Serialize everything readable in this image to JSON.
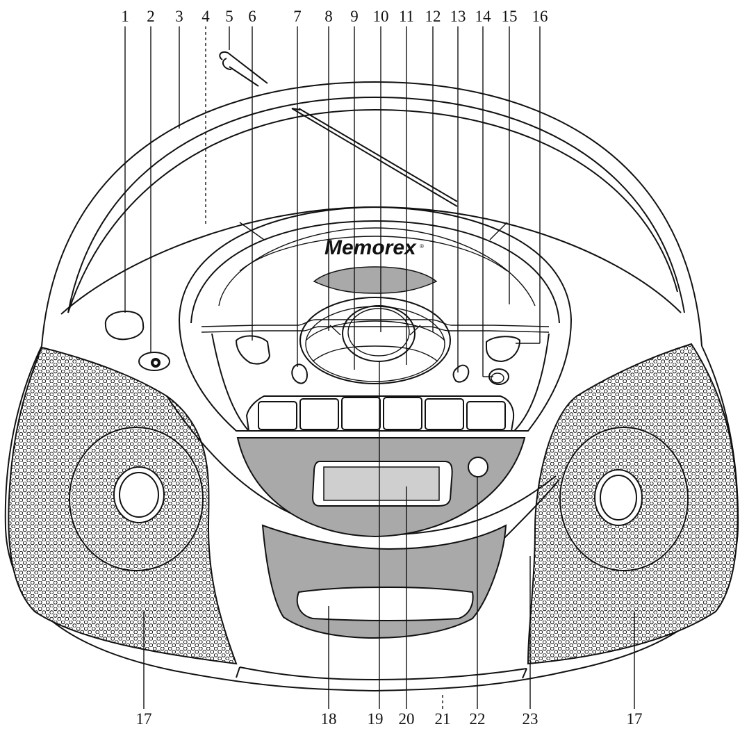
{
  "brand": "Memorex",
  "brand_mark": "®",
  "colors": {
    "panel_gray": "#a9a9a9",
    "display_gray": "#cfcfcf",
    "outline": "#111111",
    "body": "#ffffff"
  },
  "callouts_top": [
    "1",
    "2",
    "3",
    "4",
    "5",
    "6",
    "7",
    "8",
    "9",
    "10",
    "11",
    "12",
    "13",
    "14",
    "15",
    "16"
  ],
  "callouts_bottom": [
    "17",
    "18",
    "19",
    "20",
    "21",
    "22",
    "23",
    "17"
  ]
}
